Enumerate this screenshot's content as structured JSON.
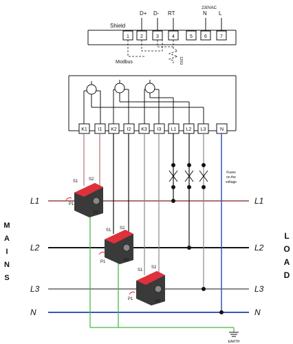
{
  "top": {
    "shield": "Shield",
    "modbus": "Modbus",
    "d_plus": "D+",
    "d_minus": "D-",
    "rt": "RT",
    "supply": "230VAC",
    "supply_n": "N",
    "supply_l": "L",
    "terminals": [
      "1",
      "2",
      "3",
      "4",
      "5",
      "6",
      "7"
    ]
  },
  "meter": {
    "terminals": [
      "K1",
      "I1",
      "K2",
      "I2",
      "K3",
      "I3",
      "L1",
      "L2",
      "L3",
      "N"
    ]
  },
  "fuses_note": [
    "Fuses",
    "on the",
    "voltage"
  ],
  "lines": {
    "left": [
      "L1",
      "L2",
      "L3",
      "N"
    ],
    "right": [
      "L1",
      "L2",
      "L3",
      "N"
    ]
  },
  "mains": [
    "M",
    "A",
    "I",
    "N",
    "S"
  ],
  "load": [
    "L",
    "O",
    "A",
    "D"
  ],
  "ct_labels": {
    "s1": "S1",
    "s2": "S2",
    "p1": "P1",
    "p2": "P2"
  },
  "earth": "EARTH",
  "colors": {
    "l1": "#b07070",
    "l2": "#111111",
    "l3": "#888888",
    "n": "#3355bb",
    "earth": "#44bb44",
    "ct_red": "#e0303a",
    "ct_body": "#3a3a3a"
  }
}
